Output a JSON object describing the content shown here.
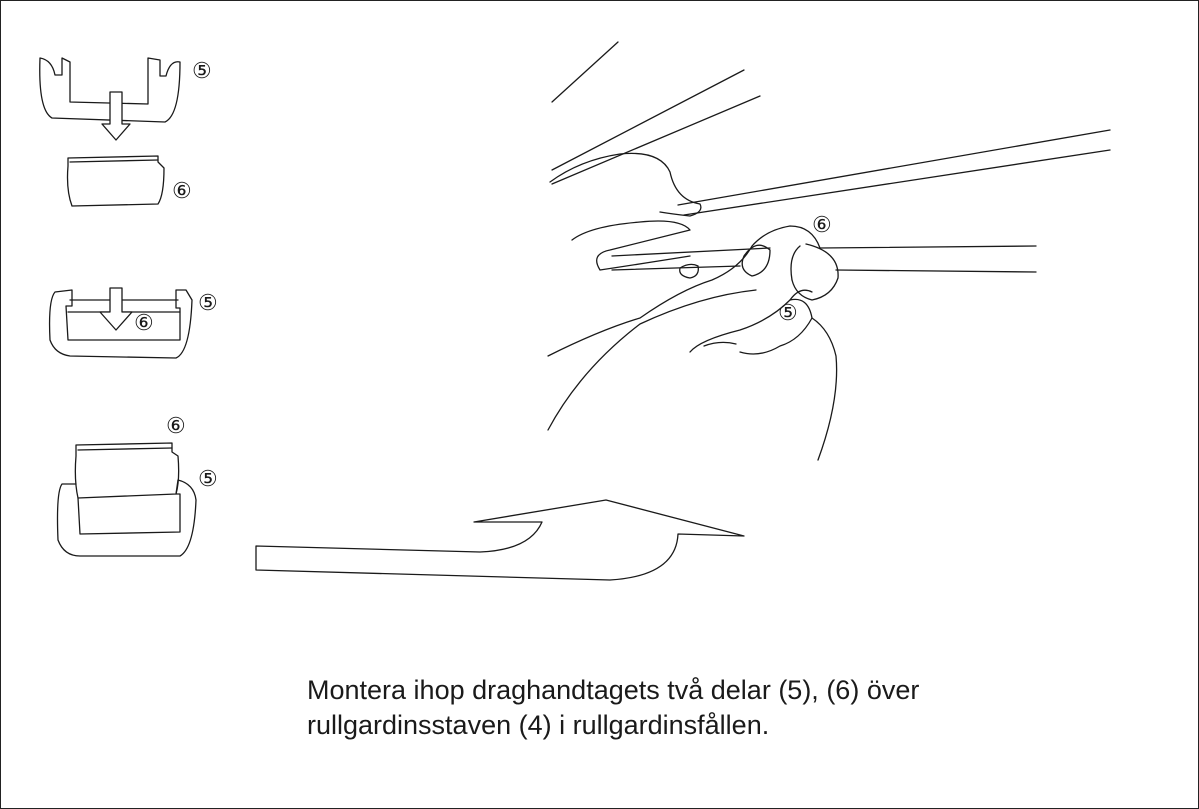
{
  "callouts": {
    "handle": "⑤",
    "insert": "⑥"
  },
  "caption": {
    "line1": "Montera ihop draghandtagets två delar (5), (6) över",
    "line2": "rullgardinsstaven (4) i rullgardinsfållen."
  }
}
